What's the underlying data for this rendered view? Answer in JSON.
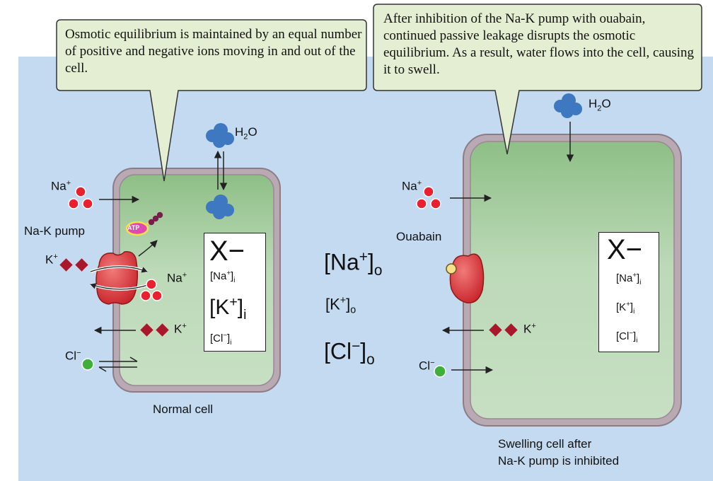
{
  "callouts": {
    "left": "Osmotic equilibrium is maintained by an equal number of positive and negative ions moving in and out of the cell.",
    "right": "After inhibition of the Na-K pump with ouabain, continued passive leakage disrupts the osmotic equilibrium.  As a result, water flows into the cell, causing it to swell."
  },
  "ions": {
    "na_main": "Na",
    "k_main": "K",
    "cl_main": "Cl",
    "plus": "+",
    "minus": "−",
    "water_h": "H",
    "water_2": "2",
    "water_o": "O"
  },
  "labels": {
    "na_k_pump": "Na-K pump",
    "atp": "ATP",
    "ouabain": "Ouabain",
    "normal_cell": "Normal cell",
    "swelling_line1": "Swelling cell after",
    "swelling_line2": "Na-K pump is inhibited"
  },
  "concentrations": {
    "anion": "X−",
    "na_i": "[Na",
    "k_i": "[K",
    "cl_i": "[Cl",
    "close_i": "]",
    "sub_i": "i",
    "na_o": "[Na",
    "k_o": "[K",
    "cl_o": "[Cl",
    "close_o": "]",
    "sub_o": "o"
  },
  "colors": {
    "background_fluid": "#c3daf0",
    "cell_fill": "#a9cda2",
    "membrane": "#ab9aa5",
    "callout_fill": "#e4eed3",
    "sodium": "#e8202f",
    "potassium": "#a8182a",
    "chloride": "#3fae3a",
    "water": "#3d78c0",
    "pump": "#d93b3b",
    "atp": "#e04ab0"
  }
}
